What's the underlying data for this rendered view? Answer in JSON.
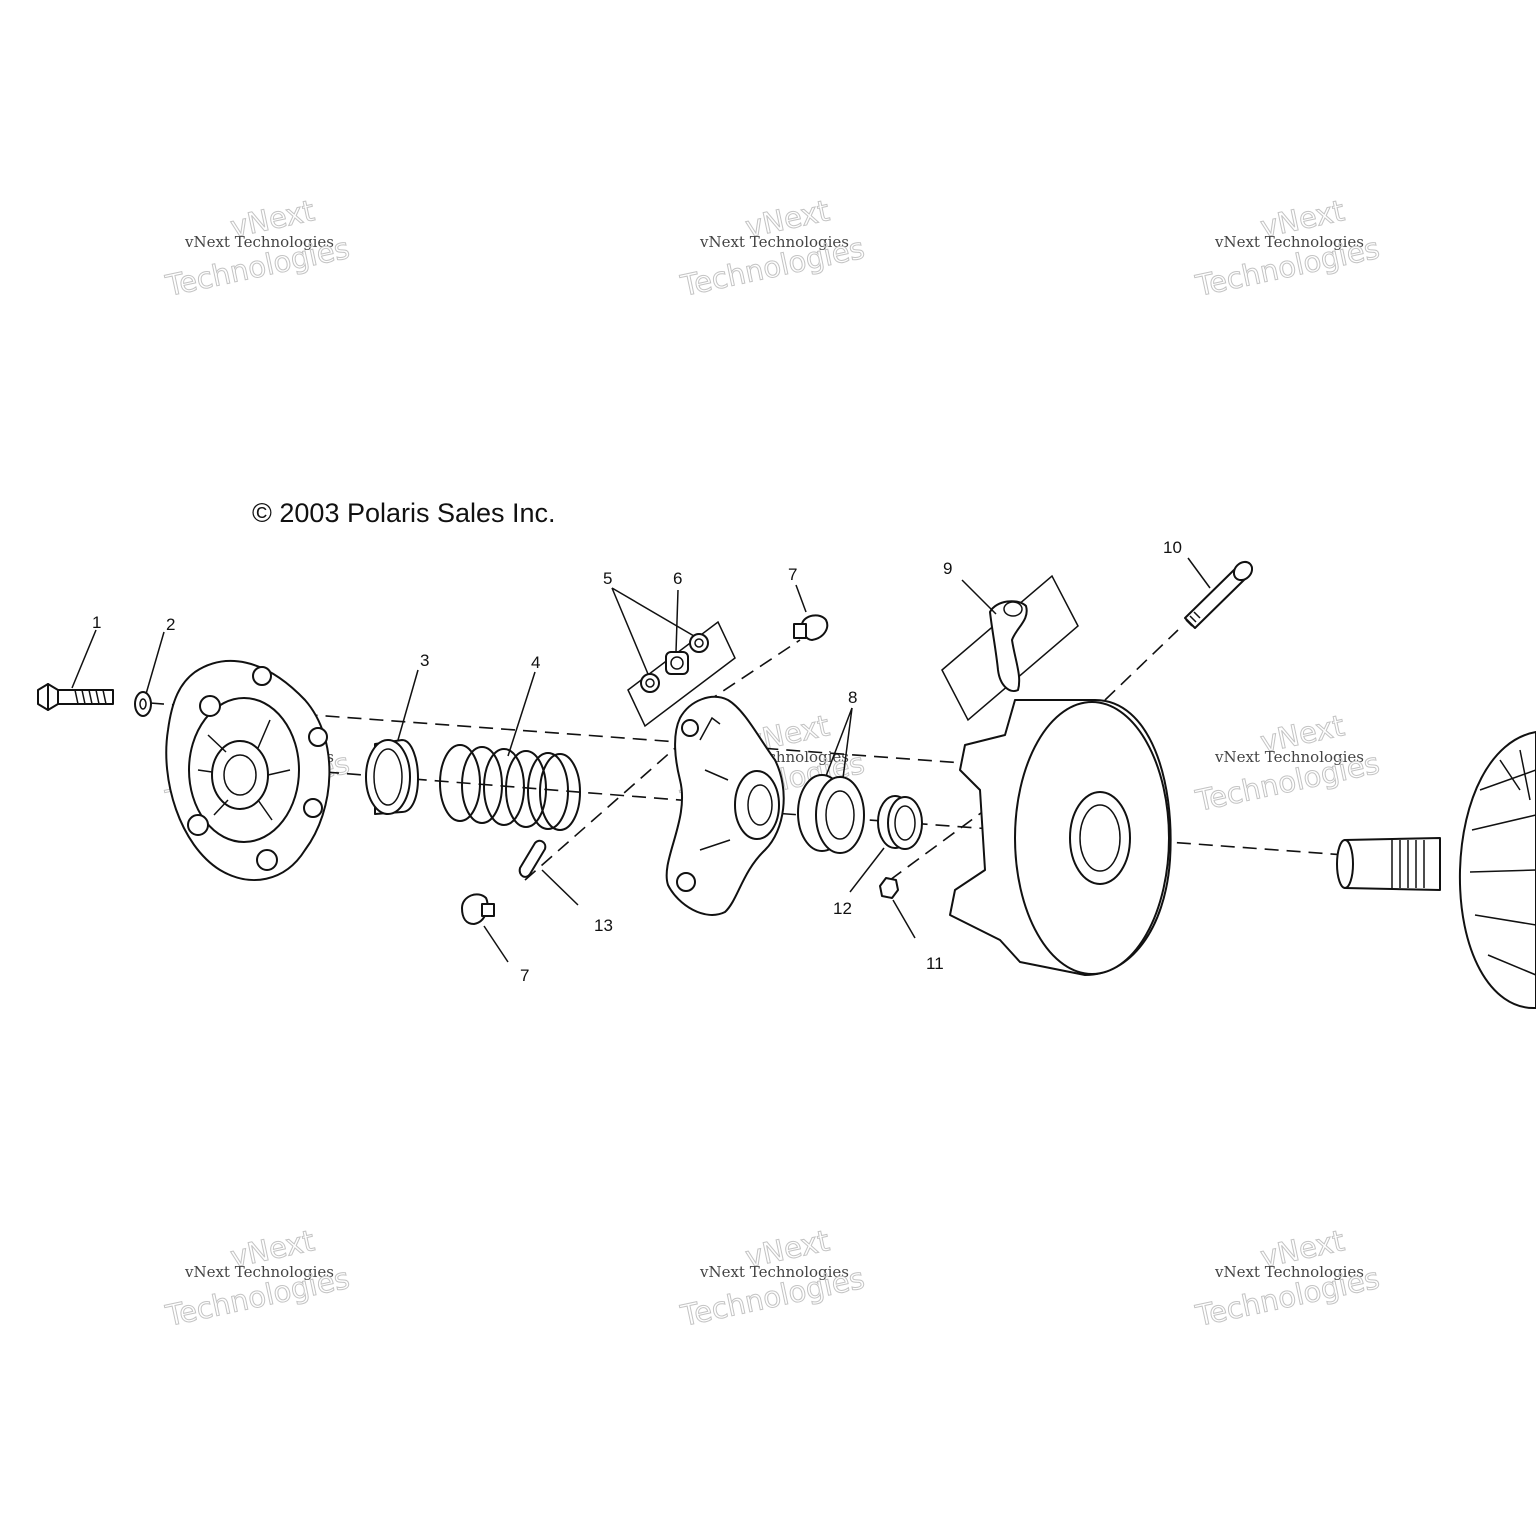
{
  "copyright": "© 2003 Polaris Sales Inc.",
  "watermark": {
    "line_vnext": "vNext",
    "line_tech": "Technologies",
    "line_full": "vNext Technologies"
  },
  "callouts": {
    "c1": "1",
    "c2": "2",
    "c3": "3",
    "c4": "4",
    "c5": "5",
    "c6": "6",
    "c7a": "7",
    "c7b": "7",
    "c8": "8",
    "c9": "9",
    "c10": "10",
    "c11": "11",
    "c12": "12",
    "c13": "13"
  },
  "colors": {
    "line": "#111111",
    "background": "#ffffff",
    "watermark": "#c4c4c4"
  }
}
